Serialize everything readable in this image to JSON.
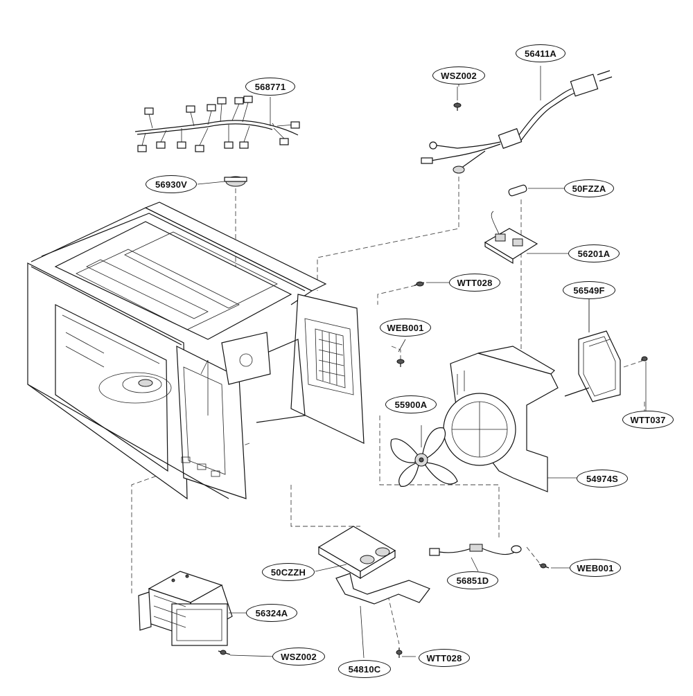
{
  "callouts": {
    "wire_harness": "568771",
    "power_cord": "56411A",
    "screw_top": "WSZ002",
    "thermostat": "56930V",
    "fuse": "50FZZA",
    "noise_filter_board": "56201A",
    "screw_wtt028_top": "WTT028",
    "screw_web001_mid": "WEB001",
    "fan_blade": "55900A",
    "latch_board": "56549F",
    "screw_wtt037": "WTT037",
    "fan_duct": "54974S",
    "capacitor": "50CZZH",
    "diode": "56851D",
    "screw_web001_low": "WEB001",
    "magnetron": "56324A",
    "screw_wsz002_low": "WSZ002",
    "capacitor_bracket": "54810C",
    "screw_wtt028_low": "WTT028"
  }
}
